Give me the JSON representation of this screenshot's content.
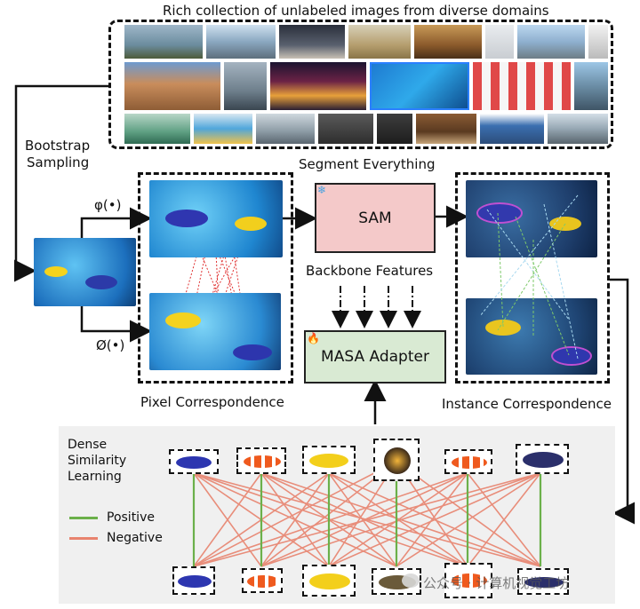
{
  "labels": {
    "collection_title": "Rich collection of unlabeled images from diverse domains",
    "bootstrap": "Bootstrap",
    "sampling": "Sampling",
    "phi": "φ(•)",
    "phi_alt": "Ø(•)",
    "segment_everything": "Segment Everything",
    "sam": "SAM",
    "backbone_features": "Backbone Features",
    "masa_adapter": "MASA Adapter",
    "pixel_correspondence": "Pixel Correspondence",
    "instance_correspondence": "Instance Correspondence",
    "dense1": "Dense",
    "dense2": "Similarity",
    "dense3": "Learning",
    "positive": "Positive",
    "negative": "Negative",
    "watermark": "公众号 · 计算机视觉工坊"
  },
  "colors": {
    "positive": "#6bb04a",
    "negative": "#e8836e",
    "sam_fill": "#f4c9c9",
    "adapter_fill": "#d9ead3",
    "panel_bg": "#f0f0f0"
  },
  "icons": [
    "snowflake-icon",
    "fire-icon",
    "wechat-icon"
  ]
}
